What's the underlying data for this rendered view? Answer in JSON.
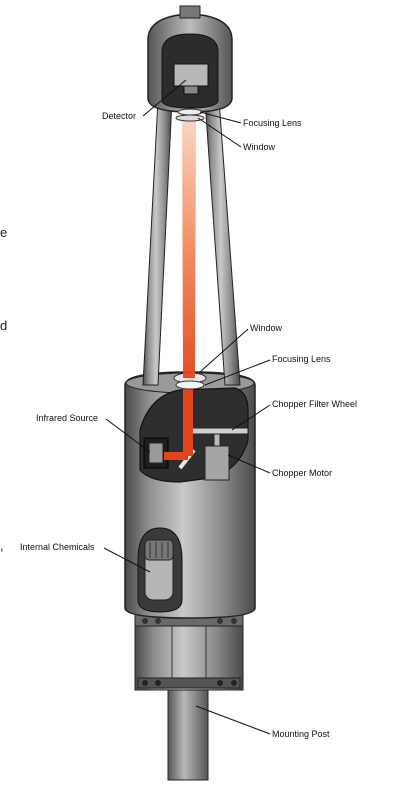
{
  "labels": {
    "detector": "Detector",
    "focusing_lens_top": "Focusing Lens",
    "window_top": "Window",
    "window_mid": "Window",
    "focusing_lens_mid": "Focusing Lens",
    "chopper_filter_wheel": "Chopper Filter Wheel",
    "infrared_source": "Infrared Source",
    "chopper_motor": "Chopper Motor",
    "internal_chemicals": "Internal Chemicals",
    "mounting_post": "Mounting Post"
  },
  "edge_fragments": [
    "e",
    "d",
    ","
  ],
  "colors": {
    "beam_top": "#f8c6a8",
    "beam_bottom": "#e64a20",
    "body": "#8a8a8a",
    "shadow": "#3c3c3c"
  }
}
